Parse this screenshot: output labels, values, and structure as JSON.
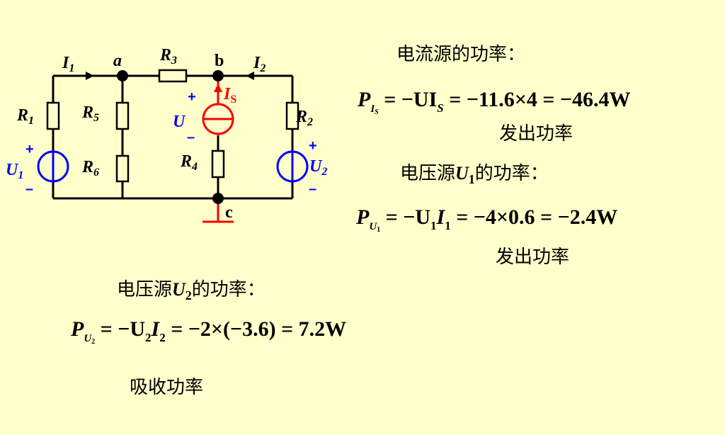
{
  "circuit": {
    "node_a": "a",
    "node_b": "b",
    "node_c": "c",
    "labels": {
      "I1": {
        "sym": "I",
        "sub": "1"
      },
      "I2": {
        "sym": "I",
        "sub": "2"
      },
      "R1": {
        "sym": "R",
        "sub": "1"
      },
      "R2": {
        "sym": "R",
        "sub": "2"
      },
      "R3": {
        "sym": "R",
        "sub": "3"
      },
      "R4": {
        "sym": "R",
        "sub": "4"
      },
      "R5": {
        "sym": "R",
        "sub": "5"
      },
      "R6": {
        "sym": "R",
        "sub": "6"
      },
      "IS": {
        "sym": "I",
        "sub": "S"
      },
      "U": {
        "sym": "U"
      },
      "U1": {
        "sym": "U",
        "sub": "1"
      },
      "U2": {
        "sym": "U",
        "sub": "2"
      }
    },
    "plus": "+",
    "minus": "–",
    "colors": {
      "wire": "#000000",
      "voltage_source": "#0000ff",
      "current_source": "#ff0000",
      "label_blue": "#0000ff"
    }
  },
  "section_is": {
    "heading": "电流源的功率：",
    "eq_P": "P",
    "eq_sub_main": "I",
    "eq_sub_sub": "S",
    "eq_rest": " = −UI",
    "eq_rest_sub": "S",
    "eq_tail": " = −11.6×4 = −46.4W",
    "note": "发出功率"
  },
  "section_u1": {
    "heading_pre": "电压源",
    "heading_var": "U",
    "heading_sub": "1",
    "heading_post": "的功率：",
    "eq_P": "P",
    "eq_sub_main": "U",
    "eq_sub_sub": "1",
    "eq_rest": " = −U",
    "eq_rest_sub1": "1",
    "eq_I": "I",
    "eq_rest_sub2": "1",
    "eq_tail": " = −4×0.6 = −2.4W",
    "note": "发出功率"
  },
  "section_u2": {
    "heading_pre": "电压源",
    "heading_var": "U",
    "heading_sub": "2",
    "heading_post": "的功率：",
    "eq_P": "P",
    "eq_sub_main": "U",
    "eq_sub_sub": "2",
    "eq_rest": " = −U",
    "eq_rest_sub1": "2",
    "eq_I": "I",
    "eq_rest_sub2": "2",
    "eq_tail": " = −2×(−3.6) = 7.2W",
    "note": "吸收功率"
  }
}
